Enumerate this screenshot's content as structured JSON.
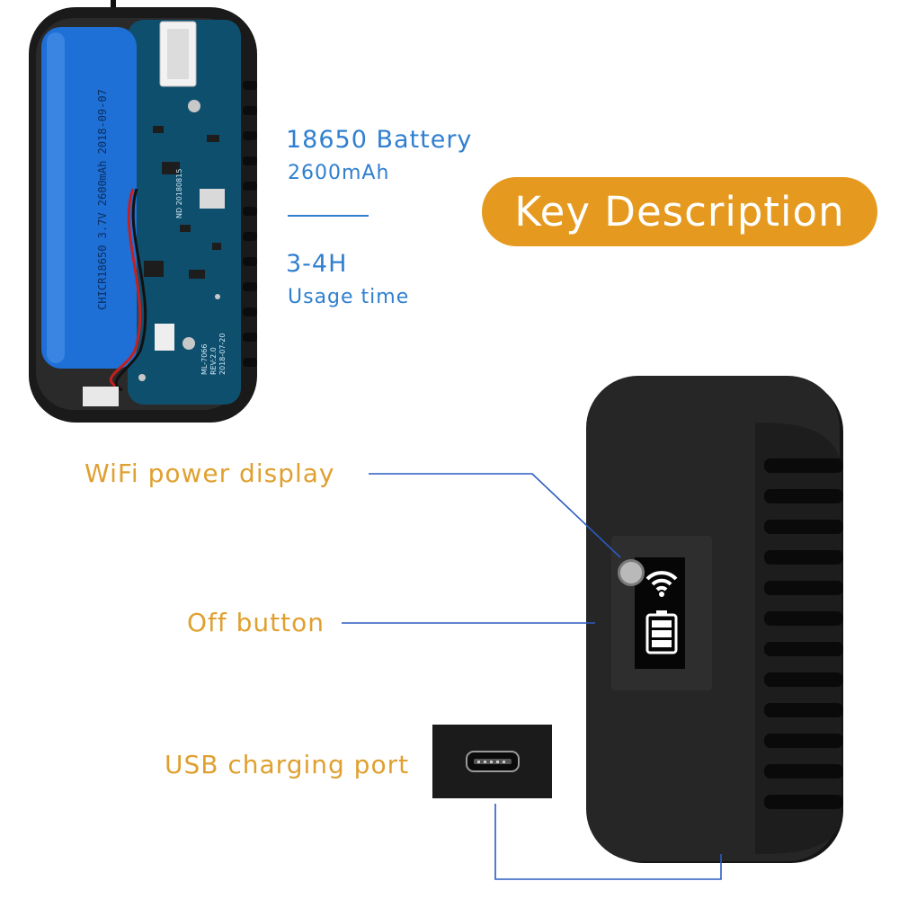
{
  "colors": {
    "blue_text": "#2f7fd0",
    "orange_text": "#e0a030",
    "pill_bg": "#e59a1f",
    "line": "#2a5bc0",
    "device_body": "#1c1c1c",
    "battery_blue": "#1e6fd6",
    "pcb_teal": "#0f4f6e"
  },
  "battery_info": {
    "title": "18650 Battery",
    "capacity": "2600mAh",
    "time": "3-4H",
    "time_label": "Usage time"
  },
  "key_description": "Key Description",
  "callouts": {
    "wifi": "WiFi power display",
    "off": "Off button",
    "usb": "USB charging port"
  },
  "cell_print": "CHICR18650 3.7V 2600mAh 2018-09-07",
  "pcb_print": {
    "board_date": "ND 20180815",
    "model": "ML-7066",
    "rev": "REV:2.0",
    "rev_date": "2018-07-20"
  },
  "icons": [
    "wifi-icon",
    "battery-icon",
    "power-button-icon",
    "micro-usb-port-icon"
  ]
}
